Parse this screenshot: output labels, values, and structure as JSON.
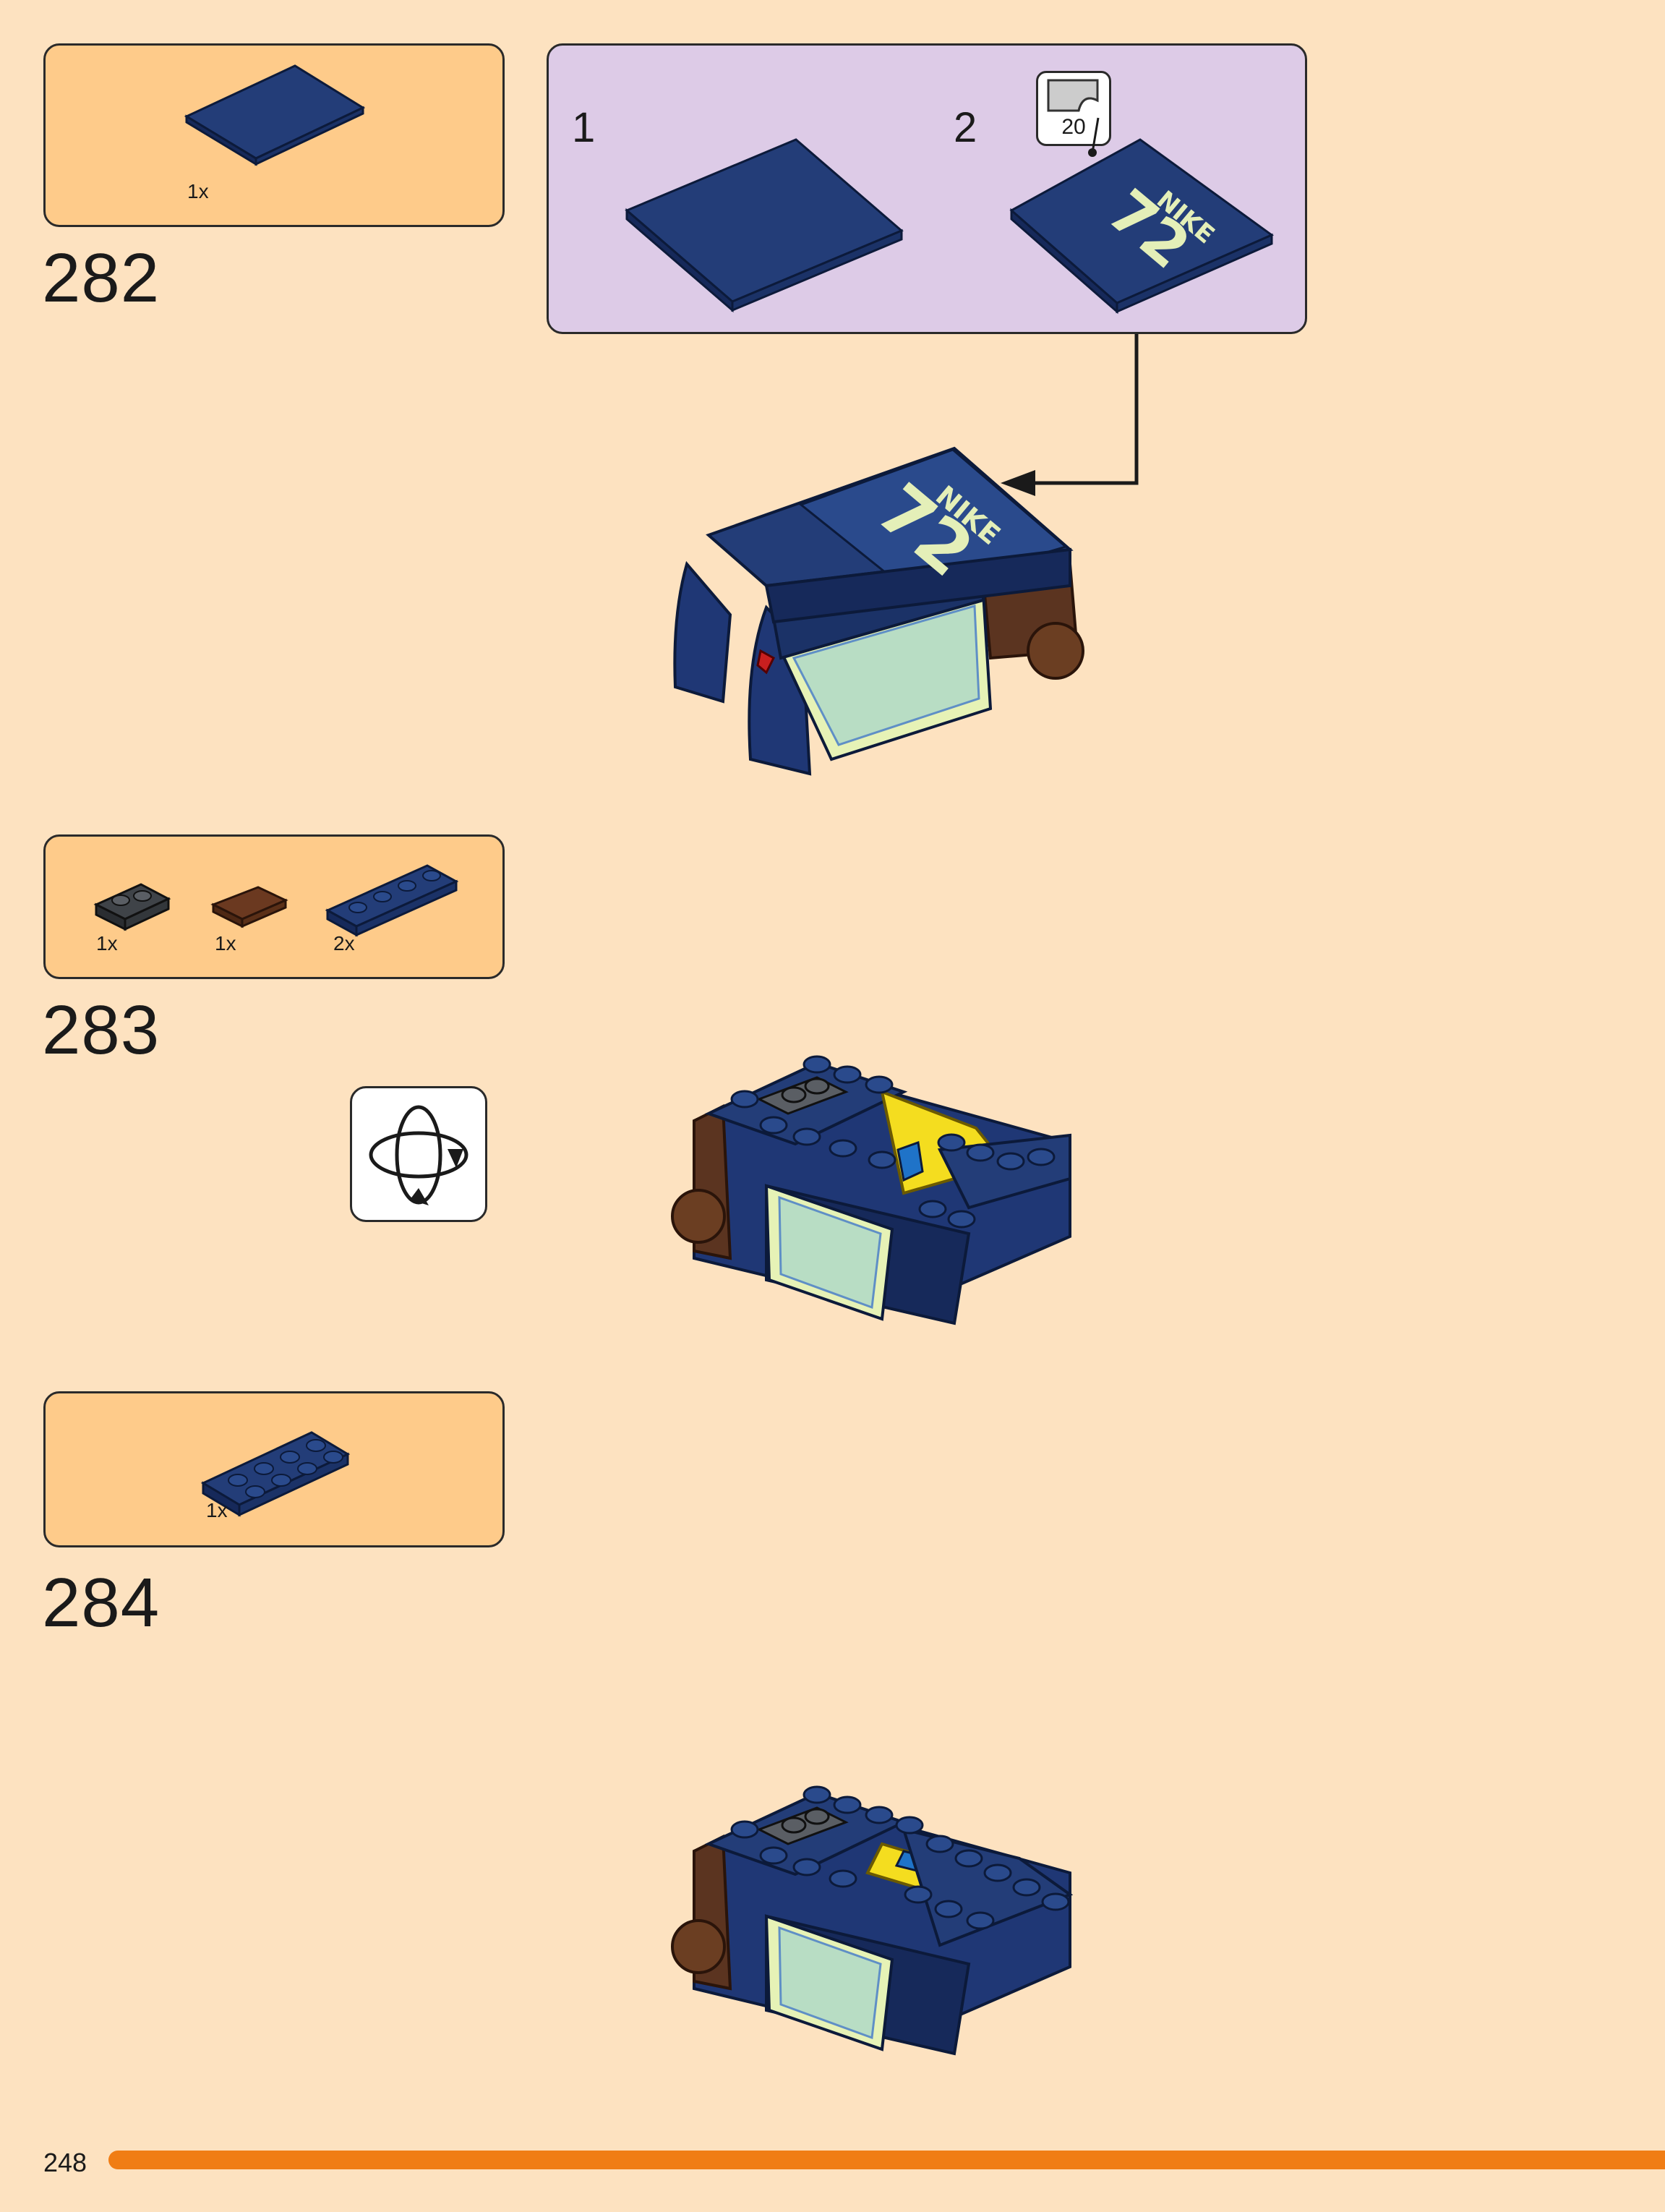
{
  "page": {
    "number": "248",
    "accent_color": "#f07d14",
    "background_color": "#fde2c0"
  },
  "steps": [
    {
      "number": "282",
      "parts": [
        {
          "qty": "1x",
          "part_icon": "dark-blue-tile-4x4"
        }
      ],
      "sub_assembly": {
        "steps": [
          {
            "number": "1",
            "icon": "dark-blue-tile-4x4"
          },
          {
            "number": "2",
            "icon": "dark-blue-tile-with-sticker"
          }
        ],
        "sticker": {
          "number": "20",
          "icon": "sticker-sheet-icon"
        },
        "decal": {
          "brand": "NIKE",
          "number": "72"
        }
      },
      "model_icon": "model-step-282"
    },
    {
      "number": "283",
      "parts": [
        {
          "qty": "1x",
          "part_icon": "dark-gray-plate-1x2"
        },
        {
          "qty": "1x",
          "part_icon": "reddish-brown-tile-1x2"
        },
        {
          "qty": "2x",
          "part_icon": "dark-blue-plate-1x4"
        }
      ],
      "rotate_icon": "rotate-model-icon",
      "model_icon": "model-step-283"
    },
    {
      "number": "284",
      "parts": [
        {
          "qty": "1x",
          "part_icon": "dark-blue-plate-2x4"
        }
      ],
      "model_icon": "model-step-284"
    }
  ]
}
